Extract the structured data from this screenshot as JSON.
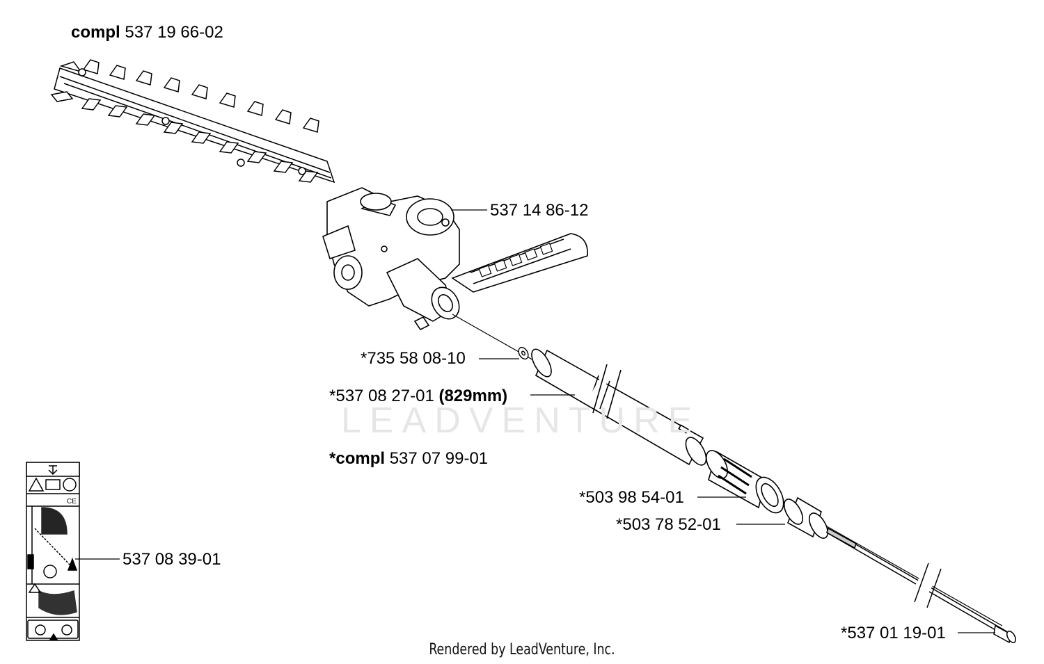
{
  "watermark": "LEADVENTURE",
  "footer": "Rendered by LeadVenture, Inc.",
  "parts": {
    "hedge_trimmer_compl": {
      "prefix": "compl",
      "number": "537 19 66-02"
    },
    "gear_housing": {
      "number": "537 14 86-12"
    },
    "washer": {
      "number": "*735 58 08-10"
    },
    "shaft_tube": {
      "number": "*537 08 27-01",
      "note": "(829mm)"
    },
    "shaft_compl": {
      "prefix": "*compl",
      "number": "537 07 99-01"
    },
    "coupling_sleeve": {
      "number": "*503 98 54-01"
    },
    "bushing": {
      "number": "*503 78 52-01"
    },
    "decal": {
      "number": "537 08 39-01"
    },
    "drive_shaft": {
      "number": "*537 01 19-01"
    }
  }
}
